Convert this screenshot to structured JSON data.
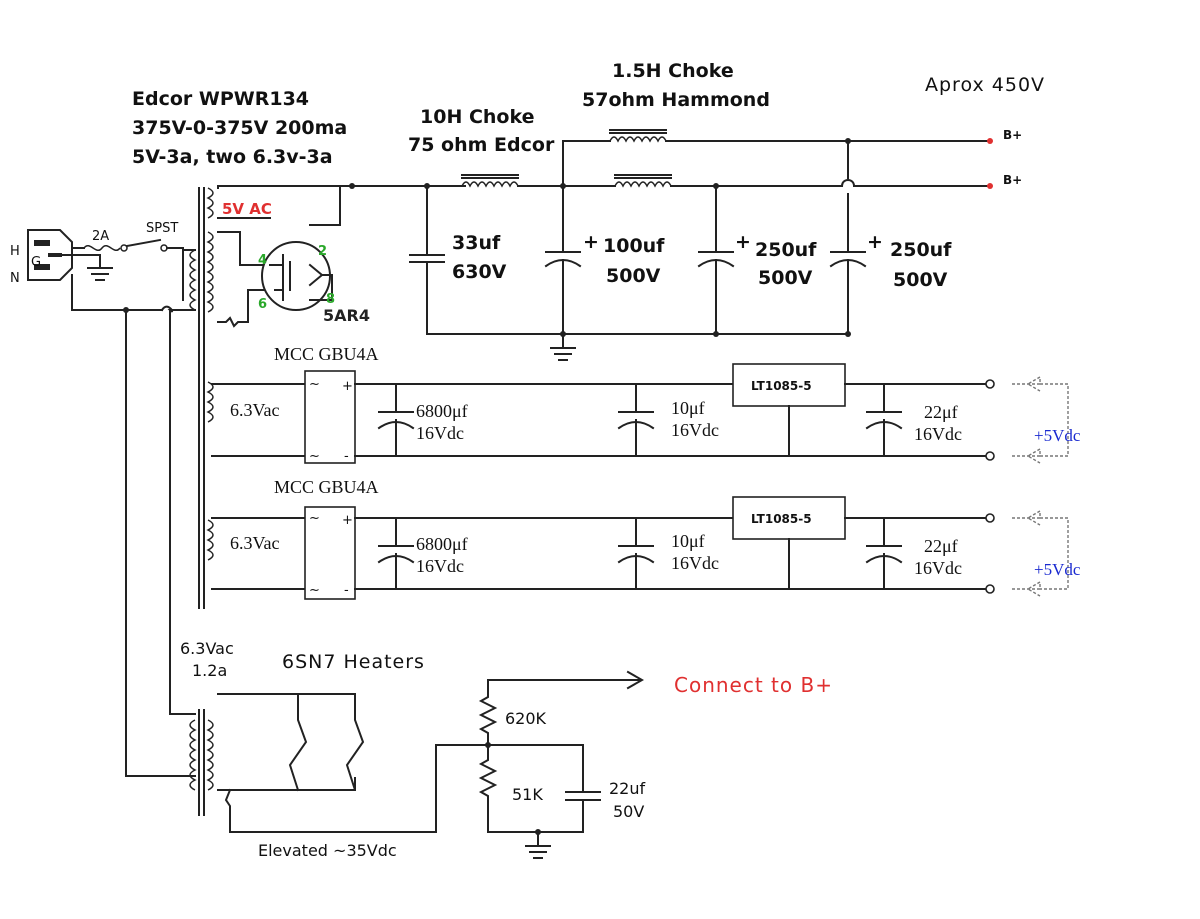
{
  "colors": {
    "wire": "#222222",
    "red": "#e03030",
    "blue": "#1a2ad0",
    "green": "#2aa82a"
  },
  "transformer": {
    "line1": "Edcor WPWR134",
    "line2": "375V-0-375V 200ma",
    "line3": "5V-3a, two 6.3v-3a"
  },
  "chokes": {
    "choke1_line1": "10H Choke",
    "choke1_line2": "75 ohm Edcor",
    "choke2_line1": "1.5H Choke",
    "choke2_line2": "57ohm  Hammond"
  },
  "output": {
    "voltage": "Aprox 450V",
    "bplus1": "B+",
    "bplus2": "B+"
  },
  "input": {
    "h": "H",
    "g": "G",
    "n": "N",
    "fuse": "2A",
    "switch": "SPST"
  },
  "rectifier": {
    "winding": "5V AC",
    "pin4": "4",
    "pin2": "2",
    "pin6": "6",
    "pin8": "8",
    "tube": "5AR4"
  },
  "caps": {
    "c1_value": "33uf",
    "c1_voltage": "630V",
    "c2_plus": "+",
    "c2_value": "100uf",
    "c2_voltage": "500V",
    "c3_plus": "+",
    "c3_value": "250uf",
    "c3_voltage": "500V",
    "c4_plus": "+",
    "c4_value": "250uf",
    "c4_voltage": "500V"
  },
  "supply1": {
    "bridge": "MCC GBU4A",
    "ac": "6.3Vac",
    "bridge_tl": "~",
    "bridge_tr": "+",
    "bridge_bl": "~",
    "bridge_br": "-",
    "c1_value": "6800μf",
    "c1_voltage": "16Vdc",
    "c2_value": "10μf",
    "c2_voltage": "16Vdc",
    "regulator": "LT1085-5",
    "c3_value": "22μf",
    "c3_voltage": "16Vdc",
    "out": "+5Vdc"
  },
  "supply2": {
    "bridge": "MCC GBU4A",
    "ac": "6.3Vac",
    "bridge_tl": "~",
    "bridge_tr": "+",
    "bridge_bl": "~",
    "bridge_br": "-",
    "c1_value": "6800μf",
    "c1_voltage": "16Vdc",
    "c2_value": "10μf",
    "c2_voltage": "16Vdc",
    "regulator": "LT1085-5",
    "c3_value": "22μf",
    "c3_voltage": "16Vdc",
    "out": "+5Vdc"
  },
  "heater": {
    "winding_v": "6.3Vac",
    "winding_a": "1.2a",
    "title": "6SN7 Heaters",
    "connect": "Connect to B+",
    "r1": "620K",
    "r2": "51K",
    "cap_value": "22uf",
    "cap_voltage": "50V",
    "elevated": "Elevated ~35Vdc"
  }
}
